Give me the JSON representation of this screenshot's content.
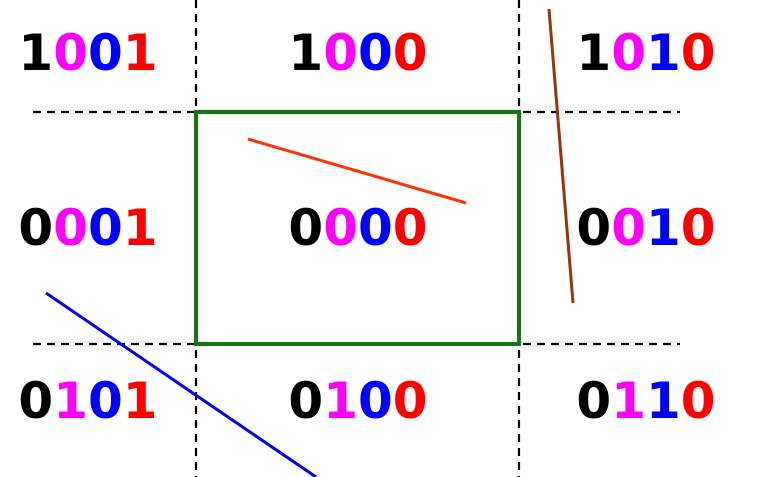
{
  "colors": {
    "bit1": "#000000",
    "bit2": "#ff00ff",
    "bit3": "#0000ff",
    "bit4": "#ff0000",
    "window": "#117711",
    "grid": "#000000",
    "line_red": "#ff3300",
    "line_brown": "#993311",
    "line_blue": "#0000ee"
  },
  "regions": [
    {
      "name": "top-left",
      "code": "1001"
    },
    {
      "name": "top",
      "code": "1000"
    },
    {
      "name": "top-right",
      "code": "1010"
    },
    {
      "name": "left",
      "code": "0001"
    },
    {
      "name": "center",
      "code": "0000"
    },
    {
      "name": "right",
      "code": "0010"
    },
    {
      "name": "bottom-left",
      "code": "0101"
    },
    {
      "name": "bottom",
      "code": "0100"
    },
    {
      "name": "bottom-right",
      "code": "0110"
    }
  ]
}
